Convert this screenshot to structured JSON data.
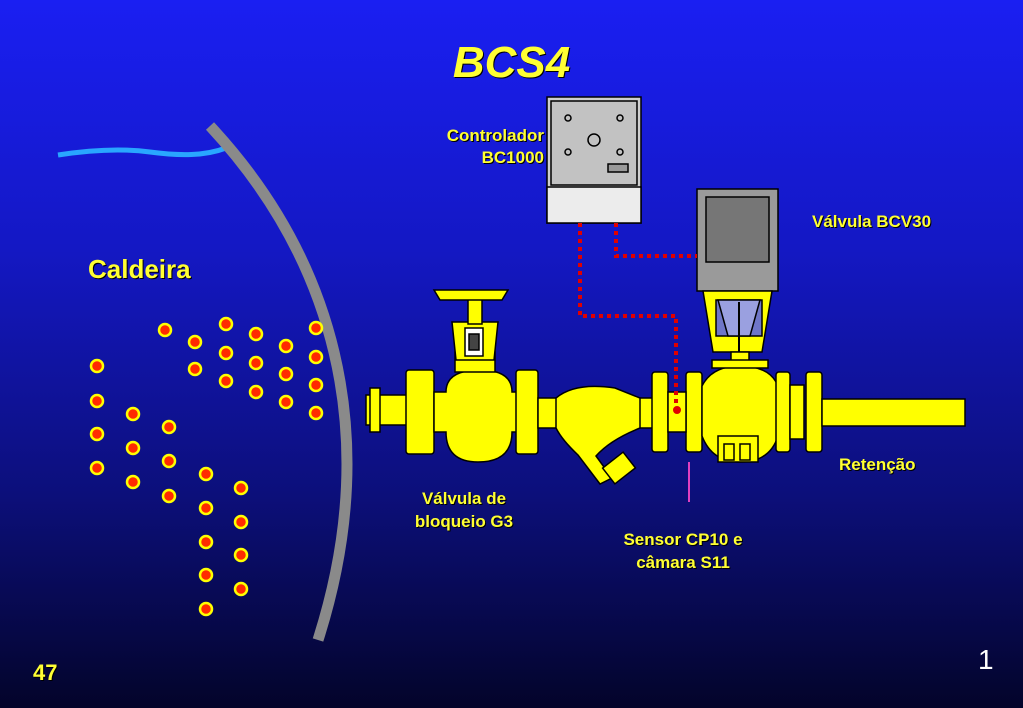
{
  "title": "BCS4",
  "labels": {
    "caldeira": "Caldeira",
    "controlador_line1": "Controlador",
    "controlador_line2": "BC1000",
    "valvula_bcv30": "Válvula BCV30",
    "retencao": "Retenção",
    "bloqueio_line1": "Válvula de",
    "bloqueio_line2": "bloqueio G3",
    "sensor_line1": "Sensor CP10  e",
    "sensor_line2": "câmara S11"
  },
  "footer": {
    "page_number": "47",
    "slide_number": "1"
  },
  "colors": {
    "background_top": "#1a1ff2",
    "background_bottom": "#03042a",
    "label_text": "#ffff33",
    "pipe_yellow": "#ffff00",
    "boiler_wall": "#8c8c8c",
    "water_line": "#29a6ff",
    "signal_wire": "#e00000",
    "sensor_line": "#e040c0",
    "bubble_fill": "#ff2a00",
    "bubble_ring": "#ffff00"
  },
  "icons": [
    "boiler-wall",
    "water-level-line",
    "steam-bubble",
    "gate-valve-handwheel",
    "controller-box",
    "actuator-valve",
    "check-valve",
    "strainer",
    "sensor-chamber"
  ]
}
